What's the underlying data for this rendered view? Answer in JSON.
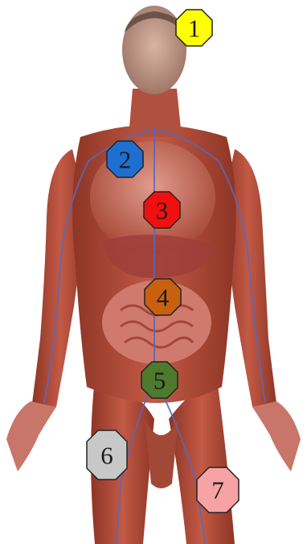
{
  "markers": [
    {
      "label": "1",
      "fill": "#ffff00",
      "text_color": "#1a1a1a"
    },
    {
      "label": "2",
      "fill": "#1e6fd0",
      "text_color": "#1a1a1a"
    },
    {
      "label": "3",
      "fill": "#f20f0f",
      "text_color": "#1a1a1a"
    },
    {
      "label": "4",
      "fill": "#c8600f",
      "text_color": "#1a1a1a"
    },
    {
      "label": "5",
      "fill": "#4d7a2c",
      "text_color": "#1a1a1a"
    },
    {
      "label": "6",
      "fill": "#c8c8c8",
      "text_color": "#1a1a1a"
    },
    {
      "label": "7",
      "fill": "#f7a3a3",
      "text_color": "#1a1a1a"
    }
  ],
  "colors": {
    "skin_muscle": "#b5503d",
    "muscle_dark": "#8e3526",
    "organ_pink": "#d98f86",
    "intestine": "#c76a5d",
    "vein_blue": "#5a68b8",
    "background": "#ffffff"
  }
}
